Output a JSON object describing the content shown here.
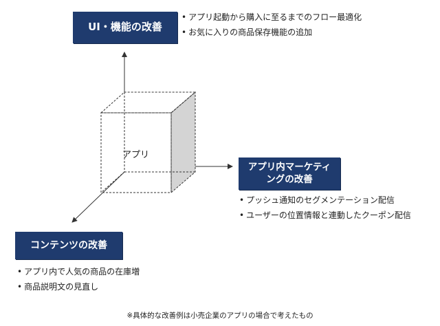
{
  "top": {
    "title": "UI・機能の改善",
    "bullets": [
      "アプリ起動から購入に至るまでのフロー最適化",
      "お気に入りの商品保存機能の追加"
    ]
  },
  "right": {
    "title_line1": "アプリ内マーケティ",
    "title_line2": "ングの改善",
    "bullets": [
      "プッシュ通知のセグメンテーション配信",
      "ユーザーの位置情報と連動したクーポン配信"
    ]
  },
  "left": {
    "title": "コンテンツの改善",
    "bullets": [
      "アプリ内で人気の商品の在庫増",
      "商品説明文の見直し"
    ]
  },
  "cube_label": "アプリ",
  "footnote": "※具体的な改善例は小売企業のアプリの場合で考えたもの",
  "colors": {
    "box_fill": "#1f3b6e",
    "cube_side": "#d4d4d4"
  }
}
